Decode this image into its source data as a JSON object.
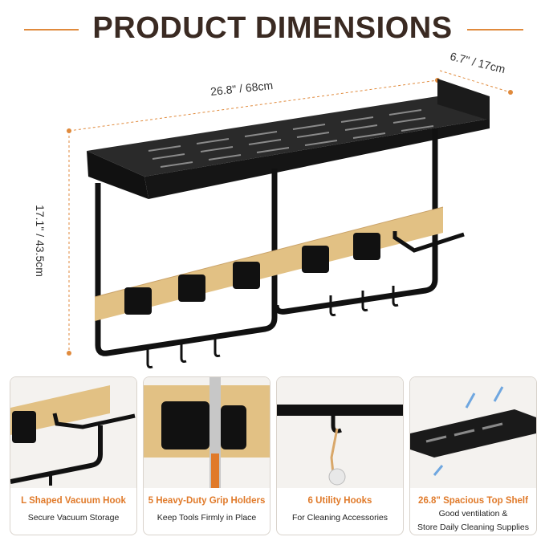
{
  "title": "PRODUCT DIMENSIONS",
  "dimensions": {
    "width": "26.8\" / 68cm",
    "depth": "6.7\" / 17cm",
    "height": "17.1\" / 43.5cm"
  },
  "features": [
    {
      "heading": "L Shaped Vacuum Hook",
      "sub": "Secure Vacuum Storage"
    },
    {
      "heading": "5 Heavy-Duty Grip Holders",
      "sub": "Keep Tools Firmly in Place"
    },
    {
      "heading": "6 Utility Hooks",
      "sub": "For Cleaning Accessories"
    },
    {
      "heading": "26.8\" Spacious Top Shelf",
      "sub_line1": "Good ventilation &",
      "sub_line2": "Store Daily Cleaning Supplies"
    }
  ],
  "colors": {
    "accent": "#e07a2a",
    "title": "#3a2a22",
    "metal": "#141414",
    "wood": "#e2c184"
  }
}
